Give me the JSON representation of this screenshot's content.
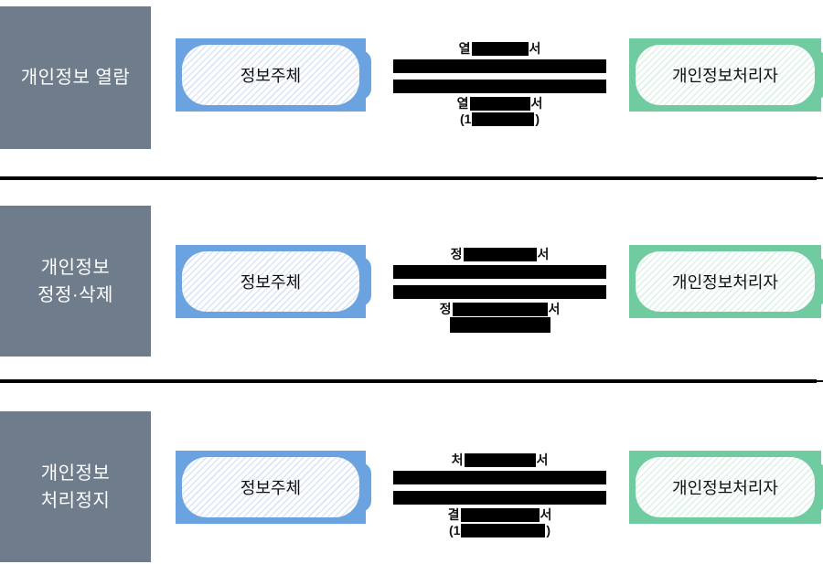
{
  "colors": {
    "section_label_bg": "#6e7c8c",
    "subject_card": "#6ba3e0",
    "subject_hatch": "#d9e4f6",
    "processor_card": "#70cba0",
    "processor_hatch": "#dcf1e6",
    "bar_and_redaction": "#000000"
  },
  "sections": [
    {
      "label_lines": [
        "개인정보 열람"
      ],
      "subject": "정보주체",
      "processor": "개인정보처리자",
      "request_label": {
        "prefix": "열",
        "suffix": "서"
      },
      "response_label": {
        "prefix": "열",
        "suffix": "서"
      },
      "response_sub": {
        "prefix": "(1",
        "suffix": ")"
      }
    },
    {
      "label_lines": [
        "개인정보",
        "정정·삭제"
      ],
      "subject": "정보주체",
      "processor": "개인정보처리자",
      "request_label": {
        "prefix": "정",
        "suffix": "서"
      },
      "response_label": {
        "prefix": "정",
        "suffix": "서"
      },
      "response_sub": {
        "prefix": "",
        "suffix": ""
      }
    },
    {
      "label_lines": [
        "개인정보",
        "처리정지"
      ],
      "subject": "정보주체",
      "processor": "개인정보처리자",
      "request_label": {
        "prefix": "처",
        "suffix": "서"
      },
      "response_label": {
        "prefix": "결",
        "suffix": "서"
      },
      "response_sub": {
        "prefix": "(1",
        "suffix": ")"
      }
    }
  ]
}
